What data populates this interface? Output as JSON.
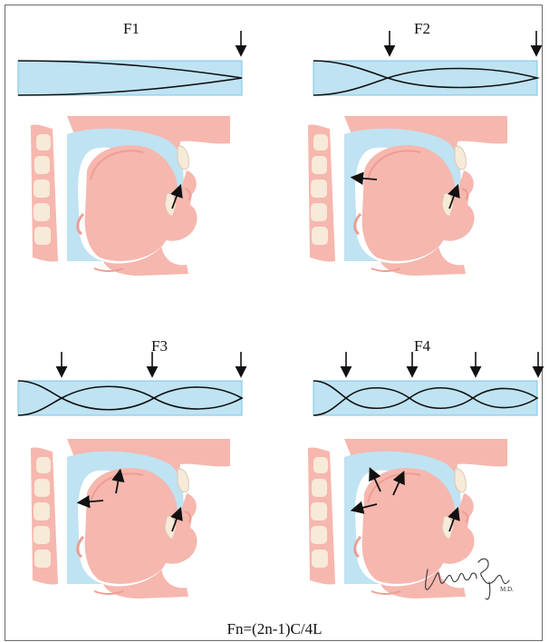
{
  "labels": {
    "f1": "F1",
    "f2": "F2",
    "f3": "F3",
    "f4": "F4"
  },
  "formula": "Fn=(2n-1)C/4L",
  "colors": {
    "tube_fill": "#bfe3f2",
    "tube_stroke": "#7fc5e0",
    "tissue": "#f6b7ae",
    "tissue_dark": "#ee9d93",
    "airway": "#bfe3f2",
    "bone": "#f7ead8",
    "arrow": "#111111"
  },
  "signature": "Junsun Ryu M.D."
}
